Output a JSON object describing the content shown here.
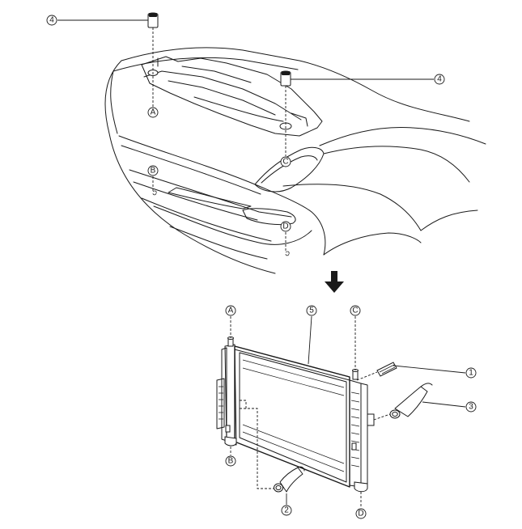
{
  "callouts": {
    "top_4_left": "4",
    "top_4_right": "4",
    "top_A": "A",
    "top_B": "B",
    "top_C": "C",
    "top_D": "D",
    "bot_A": "A",
    "bot_B": "B",
    "bot_C": "C",
    "bot_D": "D",
    "part_1": "1",
    "part_2": "2",
    "part_3": "3",
    "part_5": "5"
  },
  "colors": {
    "line": "#1a1a1a",
    "background": "#ffffff"
  }
}
